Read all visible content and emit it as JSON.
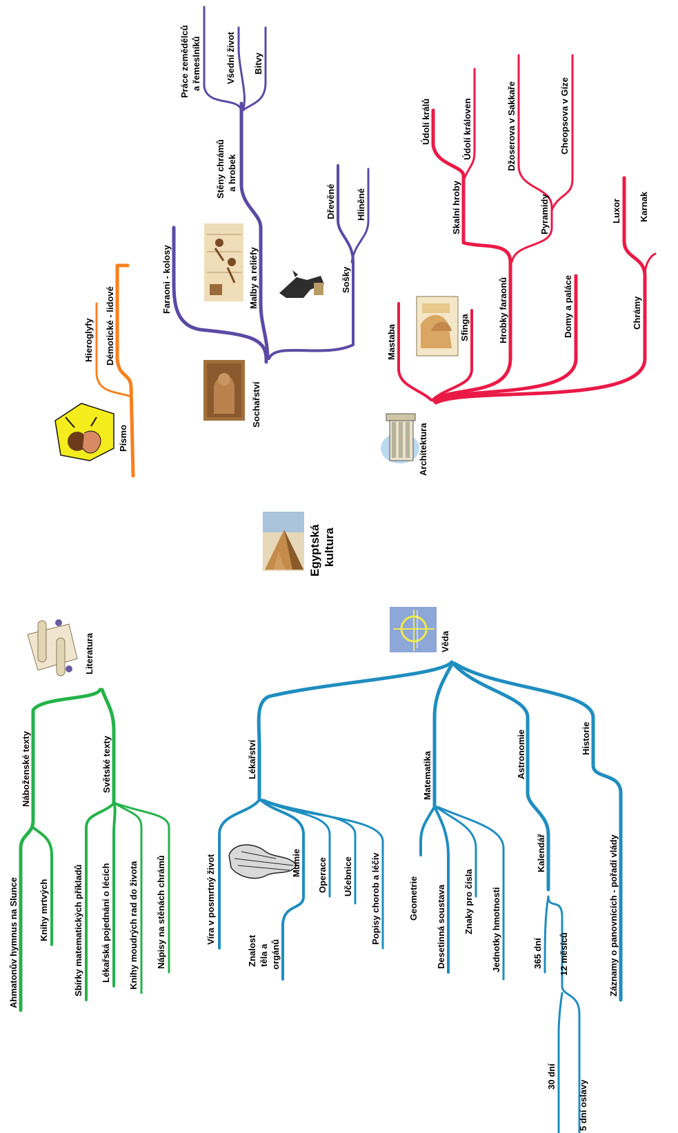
{
  "colors": {
    "pismo": "#f7801e",
    "socharstvi": "#5b4aa4",
    "architektura": "#ea1a47",
    "veda": "#1f8dbf",
    "literatura": "#24b24a"
  },
  "center": {
    "line1": "Egyptská",
    "line2": "kultura"
  },
  "pismo": {
    "main": "Písmo",
    "hieroglyfy": "Hieroglyfy",
    "demoticke": "Démotické - lidové"
  },
  "socharstvi": {
    "main": "Sochařství",
    "faraoni": "Faraoni - kolosy",
    "malby": "Malby a reliéfy",
    "steny_1": "Stěny chrámů",
    "steny_2": "a hrobek",
    "prace_1": "Práce zemědělců",
    "prace_2": "a řemeslníků",
    "vsedni": "Všední život",
    "bitvy": "Bitvy",
    "sosky": "Sošky",
    "drevene": "Dřevěné",
    "hlinene": "Hliněné"
  },
  "architektura": {
    "main": "Architektura",
    "mastaba": "Mastaba",
    "sfinga": "Sfinga",
    "hrobky": "Hrobky faraonů",
    "skalni": "Skalní hroby",
    "udoli_kralu": "Údolí králů",
    "udoli_kralovni": "Údolí královen",
    "pyramidy": "Pyramidy",
    "dzoser": "Džoserova v Sakkaře",
    "cheops": "Cheopsova v Gíze",
    "domy": "Domy a paláce",
    "chramy": "Chrámy",
    "luxor": "Luxor",
    "karnak": "Karnak"
  },
  "veda": {
    "main": "Věda",
    "lekarstvi": "Lékařství",
    "vira": "Víra v posmrtný život",
    "znalost_1": "Znalost",
    "znalost_2": "těla a",
    "znalost_3": "orgánů",
    "mumie": "Mumie",
    "operace": "Operace",
    "ucebnice": "Učebnice",
    "popisy": "Popisy chorob a léčiv",
    "matematika": "Matematika",
    "geometrie": "Geometrie",
    "desetinna": "Desetinná soustava",
    "znaky": "Znaky pro čísla",
    "jednotky": "Jednotky hmotnosti",
    "astronomie": "Astronomie",
    "kalendar": "Kalendář",
    "dni365": "365 dní",
    "mesicu12": "12 měsíců",
    "dni30": "30 dní",
    "oslavy": "5 dní oslavy",
    "historie": "Historie",
    "zaznamy": "Záznamy o panovnících - pořadí vlády"
  },
  "literatura": {
    "main": "Literatura",
    "nabozenske": "Náboženské texty",
    "ahmatonuv": "Ahmatonův hymnus na Slunce",
    "knihy_mrtvych": "Knihy mrtvých",
    "svetske": "Světské texty",
    "sbirky": "Sbírky matematických příkladů",
    "lekarska": "Lékařská pojednání o lécích",
    "knihy_moudrych": "Knihy moudrých rad do života",
    "napisy": "Nápisy na stěnách chrámů"
  },
  "icons": [
    "pyramids-image",
    "scribe-image",
    "sphinx-relief-image",
    "mural-image",
    "jackal-statue-image",
    "sphinx-image",
    "temple-building-image",
    "astronomy-chart-image",
    "scrolls-image",
    "mummy-image"
  ]
}
